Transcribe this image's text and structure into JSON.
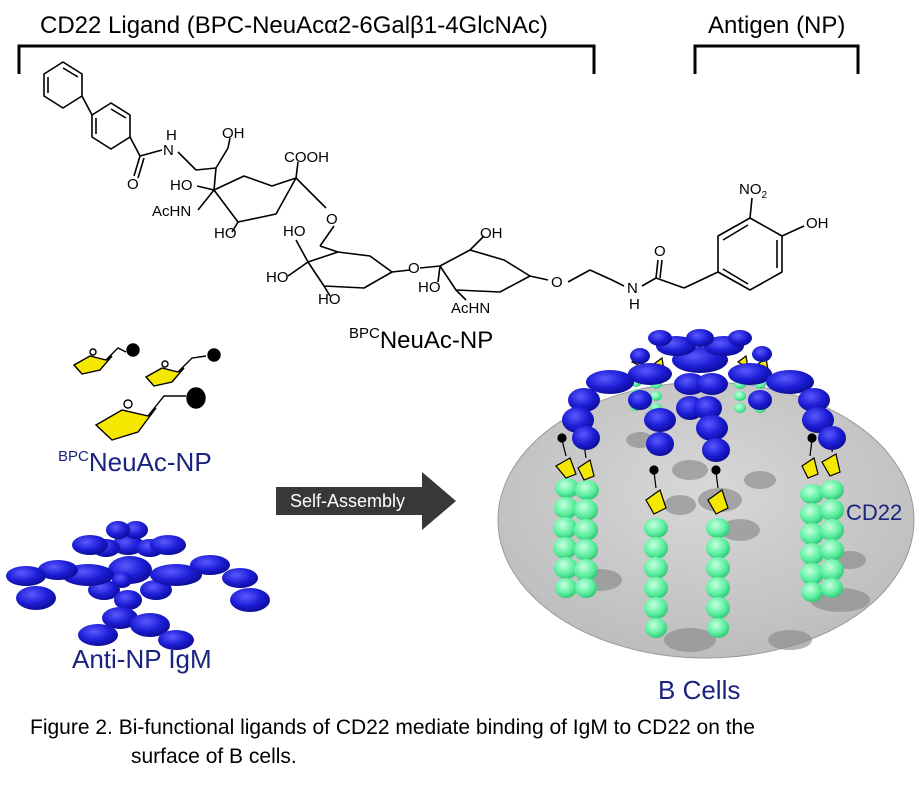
{
  "header": {
    "ligand_label": "CD22 Ligand (BPC-NeuAcα2-6Galβ1-4GlcNAc)",
    "antigen_label": "Antigen (NP)"
  },
  "molecule": {
    "name_prefix": "BPC",
    "name": "NeuAc-NP",
    "atoms": {
      "oh_top": "OH",
      "nh": "N",
      "h": "H",
      "o_carbonyl": "O",
      "cooh": "COOH",
      "ho_left": "HO",
      "achn_1": "AcHN",
      "ho_1": "HO",
      "o_link_1": "O",
      "ho_gal_top": "HO",
      "ho_gal_left": "HO",
      "ho_gal_bottom": "HO",
      "o_link_2": "O",
      "oh_glc": "OH",
      "ho_glc": "HO",
      "achn_2": "AcHN",
      "o_link_3": "O",
      "nh_2": "N",
      "h_2": "H",
      "o_amide": "O",
      "no2": "NO",
      "no2_sub": "2",
      "oh_phenol": "OH"
    }
  },
  "panels": {
    "ligand_label_prefix": "BPC",
    "ligand_label": "NeuAc-NP",
    "antibody_label": "Anti-NP IgM",
    "arrow_label": "Self-Assembly",
    "cell_label": "B Cells",
    "receptor_label": "CD22"
  },
  "colors": {
    "igm_blue": "#1e1ed8",
    "cd22_green": "#5cf0a0",
    "sugar_yellow": "#f5e800",
    "cell_gray": "#cfcfcf",
    "label_blue": "#1a237e"
  },
  "caption": {
    "line1": "Figure 2. Bi-functional ligands of CD22 mediate binding of IgM to CD22 on the",
    "line2": "surface of B cells."
  }
}
